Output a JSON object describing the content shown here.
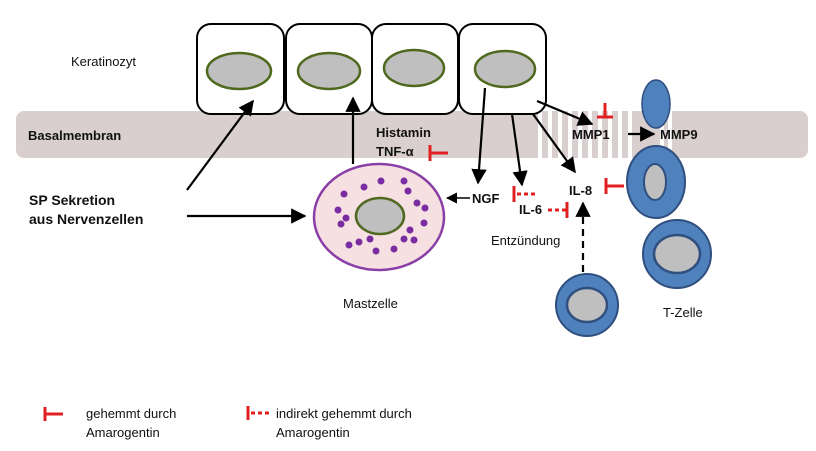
{
  "labels": {
    "keratinocyte": "Keratinozyt",
    "basement_membrane": "Basalmembran",
    "histamine": "Histamin",
    "tnf_alpha": "TNF-α",
    "sp_line1": "SP Sekretion",
    "sp_line2": "aus Nervenzellen",
    "ngf": "NGF",
    "il6": "IL-6",
    "il8": "IL-8",
    "mmp1": "MMP1",
    "mmp9": "MMP9",
    "inflammation": "Entzündung",
    "mast_cell": "Mastzelle",
    "t_cell": "T-Zelle"
  },
  "legend": {
    "inhibited_line1": "gehemmt durch",
    "inhibited_line2": "Amarogentin",
    "indirect_line1": "indirekt gehemmt durch",
    "indirect_line2": "Amarogentin"
  },
  "colors": {
    "inhibition": "#e02020",
    "membrane": "#d9cfcf",
    "mast_fill": "#f6e0e2",
    "mast_border": "#8a3fa6",
    "granule": "#7a2da0",
    "nucleus_fill": "#bfbfbf",
    "nucleus_border": "#4f6a1f",
    "tcell_fill": "#4f81bd",
    "tcell_border": "#2f4f7f"
  }
}
